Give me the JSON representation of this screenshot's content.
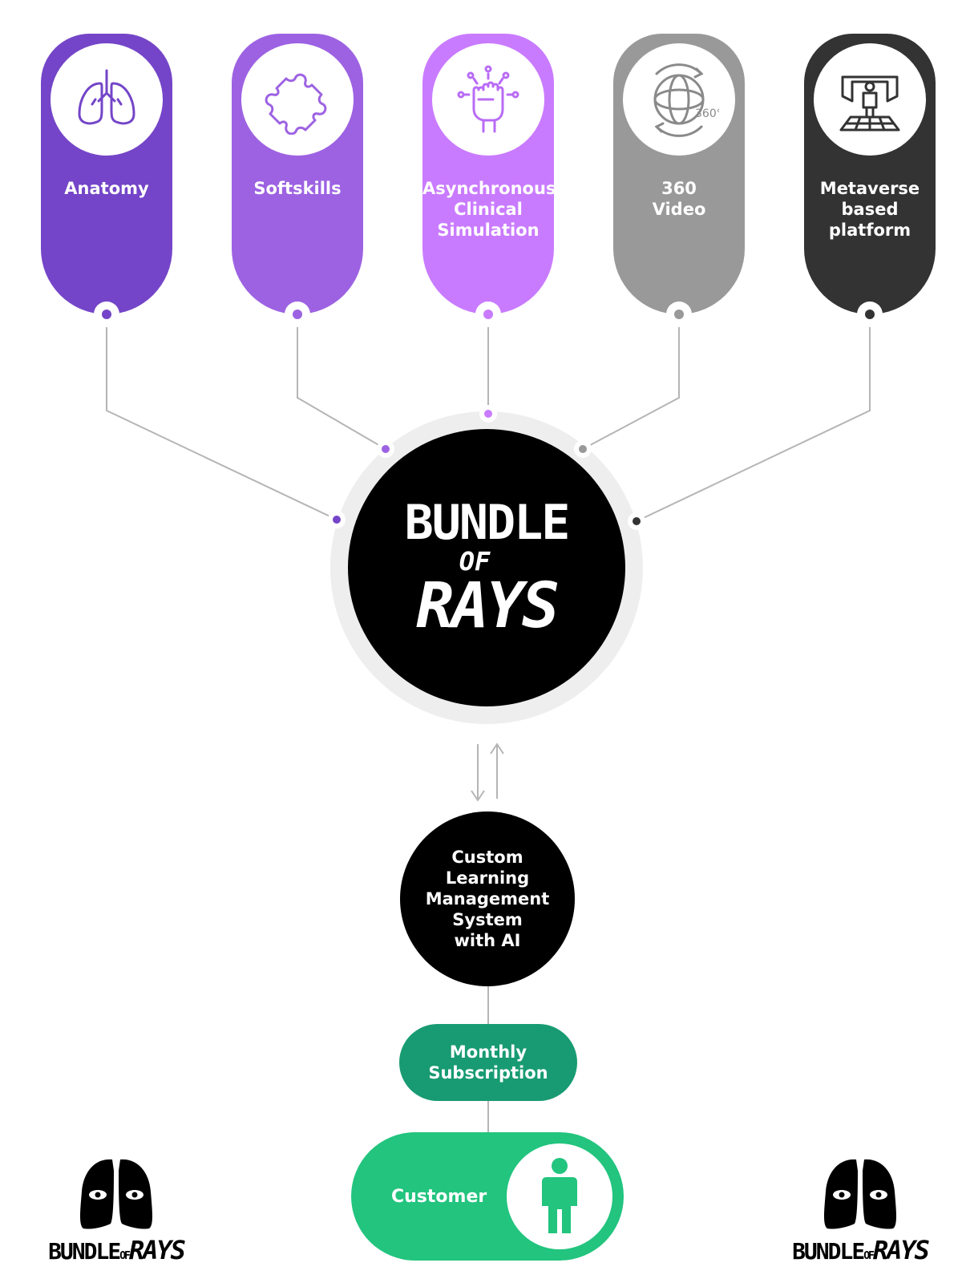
{
  "colors": {
    "anatomy": "#7445c8",
    "softskills": "#9d62e2",
    "asynchronous": "#c97bff",
    "video360": "#999999",
    "metaverse": "#333333",
    "hub": "#000000",
    "subscription": "#189b72",
    "customer": "#22c47e",
    "line": "#b5b5b5"
  },
  "modules": [
    {
      "id": "anatomy",
      "label": "Anatomy",
      "icon": "lungs-icon"
    },
    {
      "id": "softskills",
      "label": "Softskills",
      "icon": "puzzle-icon"
    },
    {
      "id": "asynchronous",
      "label": "Asynchronous\nClinical\nSimulation",
      "icon": "fist-icon"
    },
    {
      "id": "video360",
      "label": "360\nVideo",
      "icon": "rotation-360-icon",
      "icon_text": "360°"
    },
    {
      "id": "metaverse",
      "label": "Metaverse\nbased\nplatform",
      "icon": "vr-platform-icon"
    }
  ],
  "hub": {
    "line1": "BUNDLE",
    "line2": "OF",
    "line3": "RAYS"
  },
  "lms": {
    "label": "Custom\nLearning\nManagement\nSystem\nwith AI"
  },
  "subscription": {
    "label": "Monthly\nSubscription"
  },
  "customer": {
    "label": "Customer",
    "icon": "person-icon"
  },
  "logos": {
    "wordmark_left": "BUNDLE",
    "wordmark_of": "OF",
    "wordmark_right": "RAYS"
  }
}
